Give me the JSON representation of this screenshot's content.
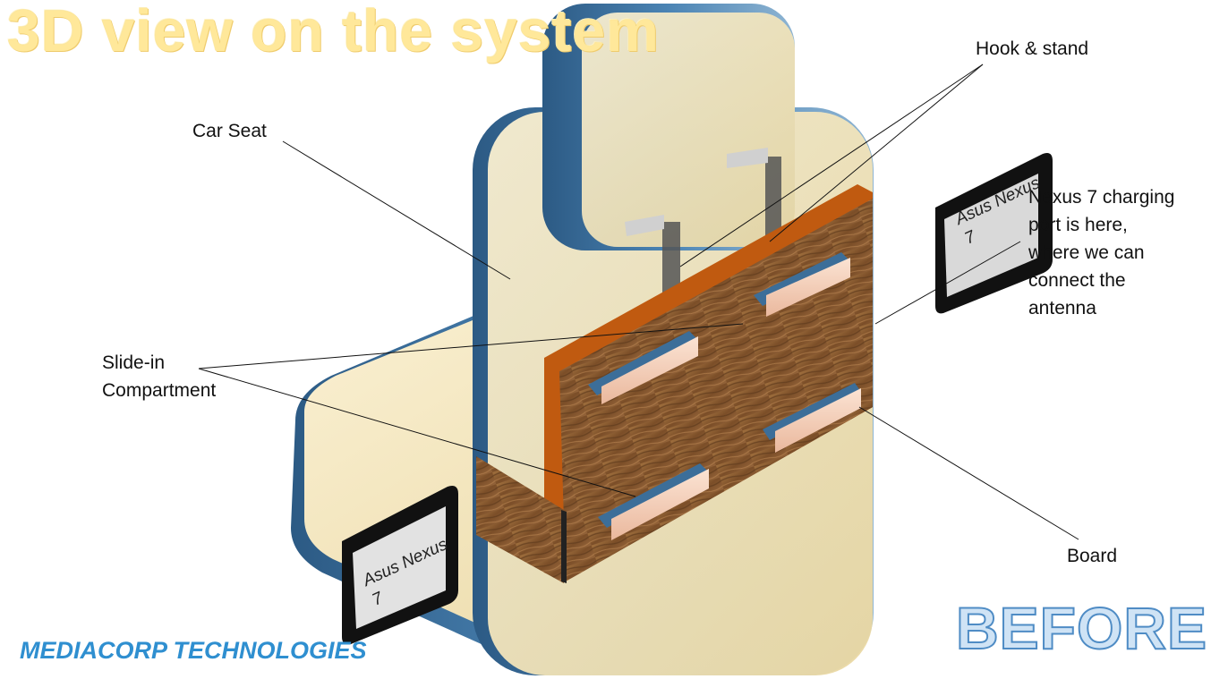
{
  "title": "3D view on the system",
  "labels": {
    "car_seat": "Car Seat",
    "hook_stand": "Hook & stand",
    "charging_port": [
      "Nexus 7 charging",
      "port is here,",
      "where we can",
      "connect the",
      "antenna"
    ],
    "slide_in": [
      "Slide-in",
      "Compartment"
    ],
    "board": "Board"
  },
  "tablet_text": [
    "Asus Nexus",
    "7"
  ],
  "brand": "MEDIACORP TECHNOLOGIES",
  "stamp": "BEFORE",
  "colors": {
    "seat_fill": "#f3e6bd",
    "seat_edge": "#3c6e99",
    "board_wood": "#8a5a2e",
    "board_top": "#c86414",
    "slot_fill": "#f6cdb8",
    "title_color": "#ffe89a",
    "brand_color": "#2f8fd0",
    "stamp_color": "#4f8cc5"
  }
}
